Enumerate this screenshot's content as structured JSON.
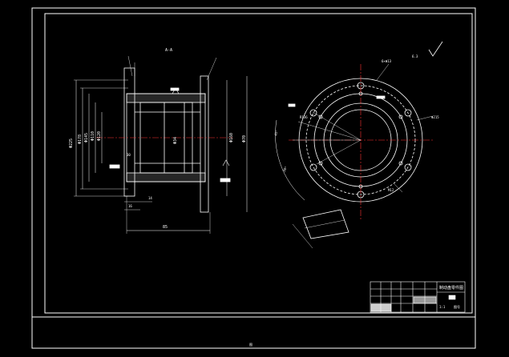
{
  "drawing": {
    "section_label": "A-A",
    "surface_finish": "6.3",
    "dims_left": {
      "outer_diameter": "Φ225",
      "d1": "Φ178",
      "d2": "Φ145",
      "d3": "Φ110",
      "d4": "Φ120",
      "d5": "Φ160",
      "bore": "Φ70",
      "hole": "Φ34",
      "width_total": "85",
      "w1": "16",
      "w2": "14",
      "w3": "30"
    },
    "dims_right": {
      "hole_pattern": "6×Φ13",
      "bolt_circle": "Φ215",
      "angle_1": "45°",
      "angle_2": "30°",
      "r1": "R136",
      "thread": "M12"
    },
    "title_block": {
      "name": "制动盘零件图",
      "scale": "1:1",
      "sheet": "图号"
    },
    "bottom_mark": "图"
  }
}
